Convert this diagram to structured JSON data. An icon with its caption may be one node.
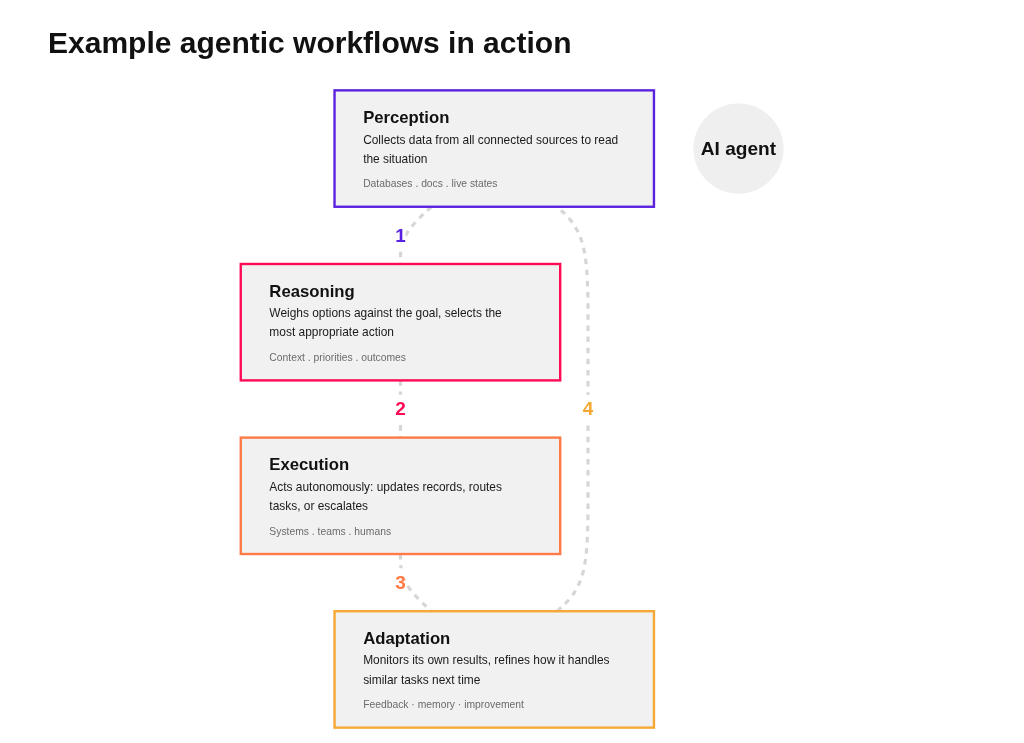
{
  "diagram": {
    "title": "Example agentic workflows in action",
    "nodes": [
      {
        "text": [
          "Perception",
          "Collects data from all connected sources to read the situation",
          "Databases . docs . live states"
        ]
      },
      {
        "text": [
          "Reasoning",
          "Weighs options against the goal, selects the most appropriate action",
          "Context . priorities . outcomes"
        ]
      },
      {
        "text": [
          "AI agent"
        ]
      },
      {
        "text": [
          "Adaptation",
          "Monitors its own results, refines how it handles similar tasks next time",
          "Feedback · memory · improvement"
        ]
      },
      {
        "text": [
          "Execution",
          "Acts autonomously: updates records, routes tasks, or escalates",
          "Systems . teams . humans"
        ]
      }
    ],
    "edges": [
      {
        "from": 0,
        "to": 1,
        "arrow": "none",
        "label": "1",
        "style": "dashed"
      },
      {
        "from": 1,
        "to": 4,
        "arrow": "none",
        "label": "2",
        "style": "dashed"
      },
      {
        "from": 4,
        "to": 3,
        "arrow": "none",
        "label": "3",
        "style": "dashed"
      },
      {
        "from": 3,
        "to": 0,
        "arrow": "none",
        "label": "4",
        "style": "dashed"
      }
    ]
  }
}
